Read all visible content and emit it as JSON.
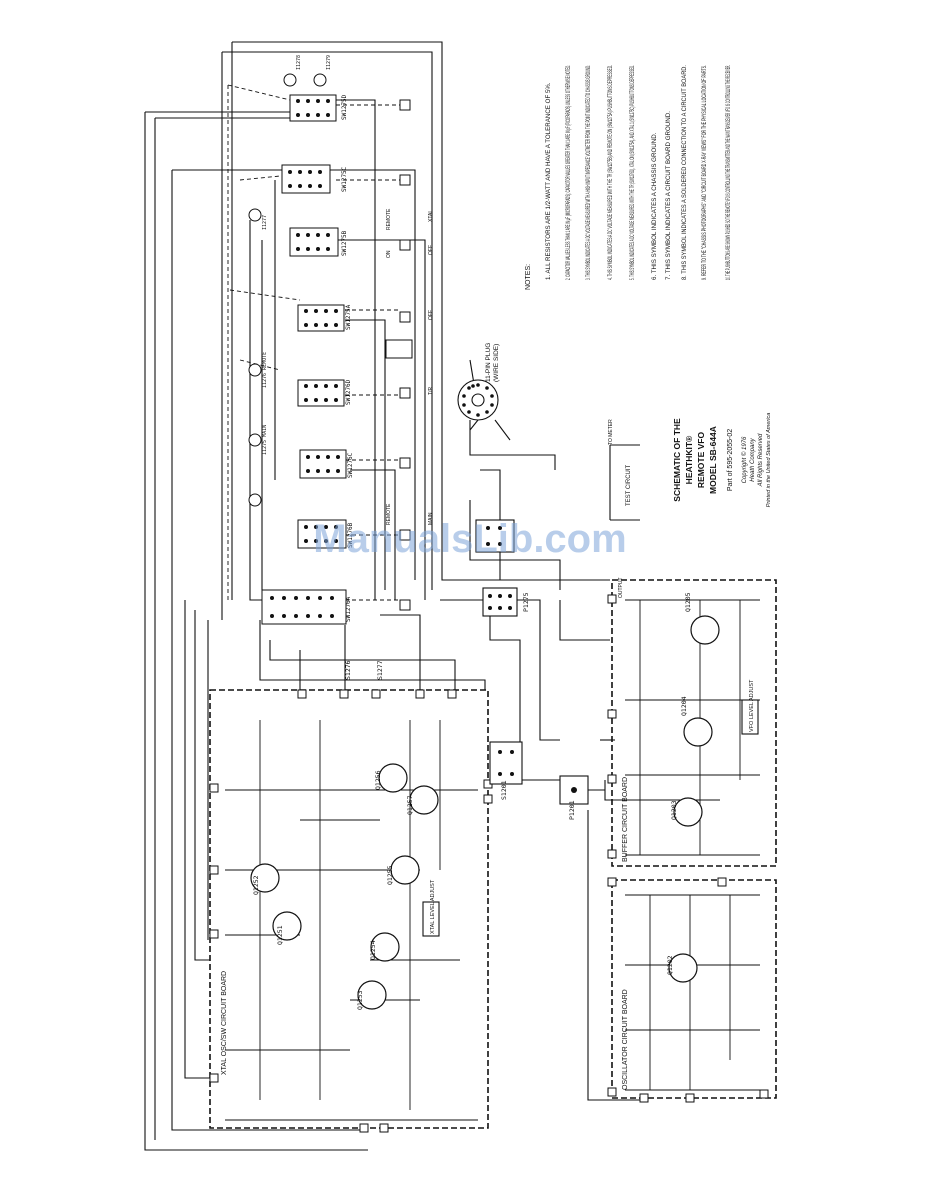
{
  "notes": {
    "heading": "NOTES:",
    "items": [
      "1.  ALL RESISTORS ARE 1/2-WATT AND HAVE A TOLERANCE OF 5%.",
      "2.  CAPACITOR VALUES LESS THAN 1 ARE IN μF (MICROFARADS); CAPACITOR VALUES GREATER THAN 1 ARE IN pF (PICOFARADS) UNLESS OTHERWISE NOTED.",
      "3.  THIS SYMBOL INDICATES A DC VOLTAGE MEASURED WITH A HIGH INPUT IMPEDANCE VOLTMETER FROM THE POINT INDICATED TO CHASSIS GROUND.",
      "4.  THIS SYMBOL INDICATES A DC VOLTAGE MEASURED WITH THE TR (SW1275B) AND REMOTE ON (SW1275A) PUSHBUTTONS DEPRESSED.",
      "5.  THIS SYMBOL INDICATES A DC VOLTAGE MEASURED WITH THE TR (SW1276D), XTAL ON (SW1275A), AND XTAL 1 (SW1275C) PUSHBUTTONS DEPRESSED.",
      "6.  THIS SYMBOL INDICATES A CHASSIS GROUND.",
      "7.  THIS SYMBOL INDICATES A CIRCUIT BOARD GROUND.",
      "8.  THIS SYMBOL INDICATES A SOLDERED CONNECTION TO A CIRCUIT BOARD.",
      "9.  REFER TO THE \"CHASSIS PHOTOGRAPHS\" AND \"CIRCUIT BOARD X-RAY VIEWS\" FOR THE PHYSICAL LOCATION OF PARTS.",
      "10. THE PUSHBUTTONS ARE SHOWN PUSHED SO THE REMOTE VFO IS CONTROLLING THE TRANSMITTER AND THE MAIN TRANSCEIVER VFO IS CONTROLLING THE RECEIVER."
    ]
  },
  "title_block": {
    "line1": "SCHEMATIC OF THE",
    "line2": "HEATHKIT®",
    "line3": "REMOTE VFO",
    "line4": "MODEL SB-644A",
    "part": "Part of 595-2055-02",
    "copyright": "Copyright © 1976",
    "company": "Heath Company",
    "rights": "All Rights Reserved",
    "printed": "Printed in the United States of America"
  },
  "boards": {
    "xtal": "XTAL OSC/SW CIRCUIT BOARD",
    "buffer": "BUFFER CIRCUIT BOARD",
    "oscillator": "OSCILLATOR CIRCUIT BOARD"
  },
  "plug": {
    "label": "11-PIN PLUG",
    "sub": "(WIRE SIDE)"
  },
  "test_circuit": {
    "label": "TEST CIRCUIT",
    "meter": "TO METER"
  },
  "switches": [
    "SW1275D",
    "SW1275C",
    "SW1275B",
    "SW1275A",
    "SW1276D",
    "SW1276C",
    "SW1276B",
    "SW1276A"
  ],
  "lamps": [
    "I1276 REMOTE",
    "I1275 MAIN",
    "I1277",
    "I1278",
    "I1279"
  ],
  "transistors": [
    "Q1205",
    "Q1204",
    "Q1203",
    "Q1202",
    "Q1251",
    "Q1252",
    "Q1253",
    "Q1254",
    "Q1255",
    "Q1256",
    "Q1257"
  ],
  "connectors": [
    "P1275",
    "P1201",
    "S1201",
    "S1276",
    "S1277"
  ],
  "adjust": [
    "XTAL LEVEL ADJUST",
    "VFO LEVEL ADJUST"
  ],
  "wire_labels": [
    "REMOTE",
    "MAIN",
    "XTAL",
    "OFF",
    "T/R",
    "ON",
    "OUTPUT"
  ],
  "watermark": "ManualsLib.com",
  "colors": {
    "ink": "#111111",
    "watermark": "#7ea4d8"
  }
}
